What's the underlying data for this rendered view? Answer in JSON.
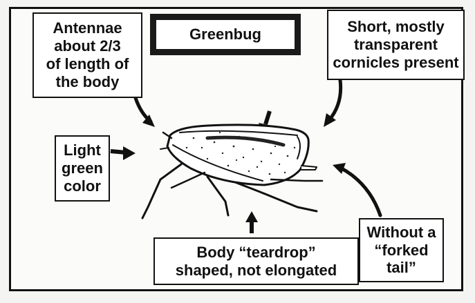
{
  "title": "Greenbug",
  "labels": {
    "antennae": [
      "Antennae",
      "about 2/3",
      "of length of",
      "the body"
    ],
    "cornicles": [
      "Short, mostly",
      "transparent",
      "cornicles present"
    ],
    "color": [
      "Light",
      "green",
      "color"
    ],
    "body_shape": [
      "Body “teardrop”",
      "shaped, not elongated"
    ],
    "tail": [
      "Without a",
      "“forked",
      "tail”"
    ]
  },
  "colors": {
    "ink": "#111111",
    "paper": "#fbfbf9",
    "label_bg": "#ffffff"
  }
}
